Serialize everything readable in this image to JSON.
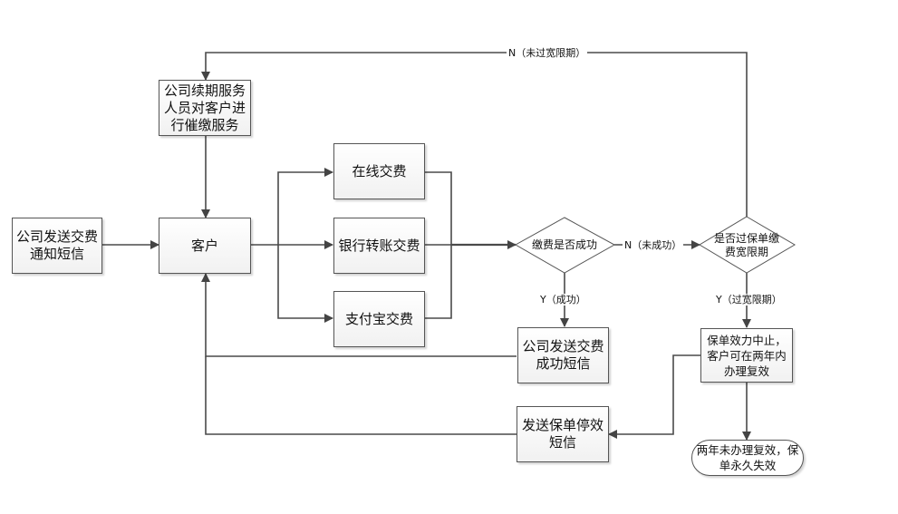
{
  "diagram": {
    "type": "flowchart",
    "colors": {
      "line": "#4a4a4a",
      "border": "#555555",
      "fill": "#f4f4f4"
    },
    "nodes": {
      "notify_sms": "公司发送交费通知短信",
      "renewal_staff": "公司续期服务人员对客户进行催缴服务",
      "customer": "客户",
      "online_pay": "在线交费",
      "bank_transfer": "银行转账交费",
      "alipay": "支付宝交费",
      "pay_success_decision": "缴费是否成功",
      "grace_period_decision": "是否过保单缴费宽限期",
      "success_sms": "公司发送交费成功短信",
      "policy_suspended": "保单效力中止，客户可在两年内办理复效",
      "lapse_sms": "发送保单停效短信",
      "permanent_lapse": "两年未办理复效，保单永久失效"
    },
    "edge_labels": {
      "not_success": "N（未成功）",
      "success": "Y（成功）",
      "past_grace": "Y（过宽限期）",
      "not_past_grace": "N（未过宽限期）"
    },
    "edges": [
      [
        "notify_sms",
        "customer"
      ],
      [
        "renewal_staff",
        "customer"
      ],
      [
        "customer",
        "online_pay"
      ],
      [
        "customer",
        "bank_transfer"
      ],
      [
        "customer",
        "alipay"
      ],
      [
        "online_pay",
        "pay_success_decision"
      ],
      [
        "bank_transfer",
        "pay_success_decision"
      ],
      [
        "alipay",
        "pay_success_decision"
      ],
      [
        "pay_success_decision",
        "grace_period_decision",
        "not_success"
      ],
      [
        "pay_success_decision",
        "success_sms",
        "success"
      ],
      [
        "grace_period_decision",
        "renewal_staff",
        "not_past_grace"
      ],
      [
        "grace_period_decision",
        "policy_suspended",
        "past_grace"
      ],
      [
        "success_sms",
        "customer"
      ],
      [
        "policy_suspended",
        "lapse_sms"
      ],
      [
        "policy_suspended",
        "permanent_lapse"
      ],
      [
        "lapse_sms",
        "customer"
      ]
    ]
  }
}
